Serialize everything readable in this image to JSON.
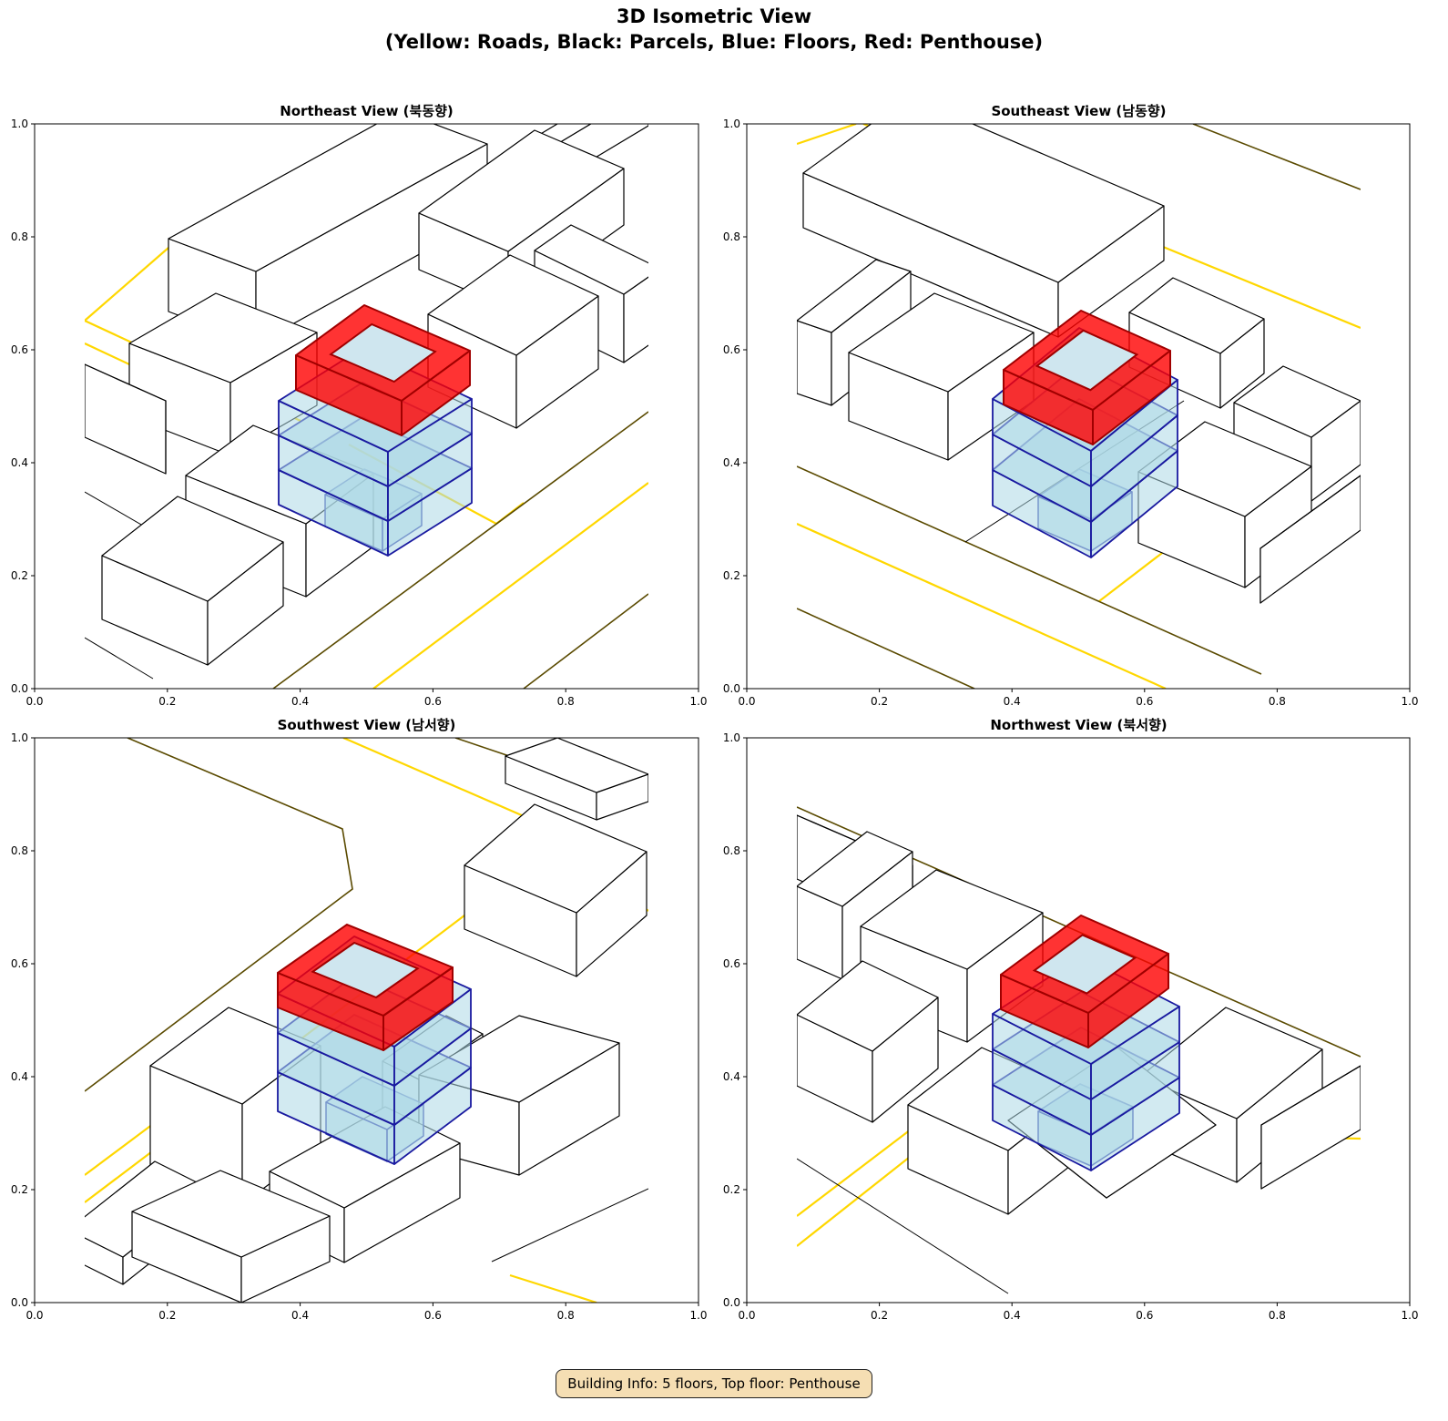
{
  "figure": {
    "title_line1": "3D Isometric View",
    "title_line2": "(Yellow: Roads, Black: Parcels, Blue: Floors, Red: Penthouse)",
    "info": "Building Info: 5 floors, Top floor: Penthouse"
  },
  "panels": [
    {
      "title": "Northeast View (북동향)"
    },
    {
      "title": "Southeast View (남동향)"
    },
    {
      "title": "Southwest View (남서향)"
    },
    {
      "title": "Northwest View (북서향)"
    }
  ],
  "axes": {
    "ticks": [
      "0.0",
      "0.2",
      "0.4",
      "0.6",
      "0.8",
      "1.0"
    ],
    "tick_values": [
      0,
      0.2,
      0.4,
      0.6,
      0.8,
      1.0
    ]
  },
  "colors": {
    "road": "#ffd700",
    "parcel": "#000000",
    "floor_fill": "#add8e6",
    "floor_edge": "#1a1aa0",
    "penthouse": "#ff0000",
    "info_bg": "#f5deb3"
  },
  "building": {
    "floors": 5,
    "top_floor": "Penthouse"
  }
}
